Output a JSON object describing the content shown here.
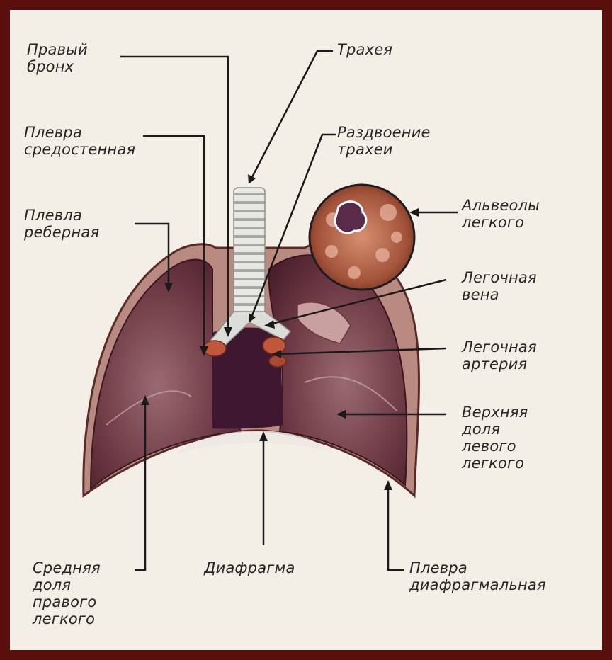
{
  "labels": {
    "right_bronchus": "Правый\nбронх",
    "trachea": "Трахея",
    "mediastinal_pleura": "Плевра\nсредостенная",
    "trachea_bifurcation": "Раздвоение\nтрахеи",
    "costal_pleura": "Плевла\nреберная",
    "alveoli": "Альвеолы\nлегкого",
    "pulmonary_vein": "Легочная\nвена",
    "pulmonary_artery": "Легочная\nартерия",
    "left_upper_lobe": "Верхняя\nдоля\nлевого\nлегкого",
    "right_middle_lobe": "Средняя\nдоля\nправого\nлегкого",
    "diaphragm": "Диафрагма",
    "diaphragmatic_pleura": "Плевра\nдиафрагмальная"
  },
  "colors": {
    "frame": "#5a0f0c",
    "panel": "#f4efe6",
    "lung": "#6e3a45",
    "lung_dark": "#4a1f2c",
    "rib_edge": "#b98a80",
    "trachea": "#d9d9d6",
    "alveoli": "#a3533a",
    "leader_line": "#1a1a1a"
  }
}
